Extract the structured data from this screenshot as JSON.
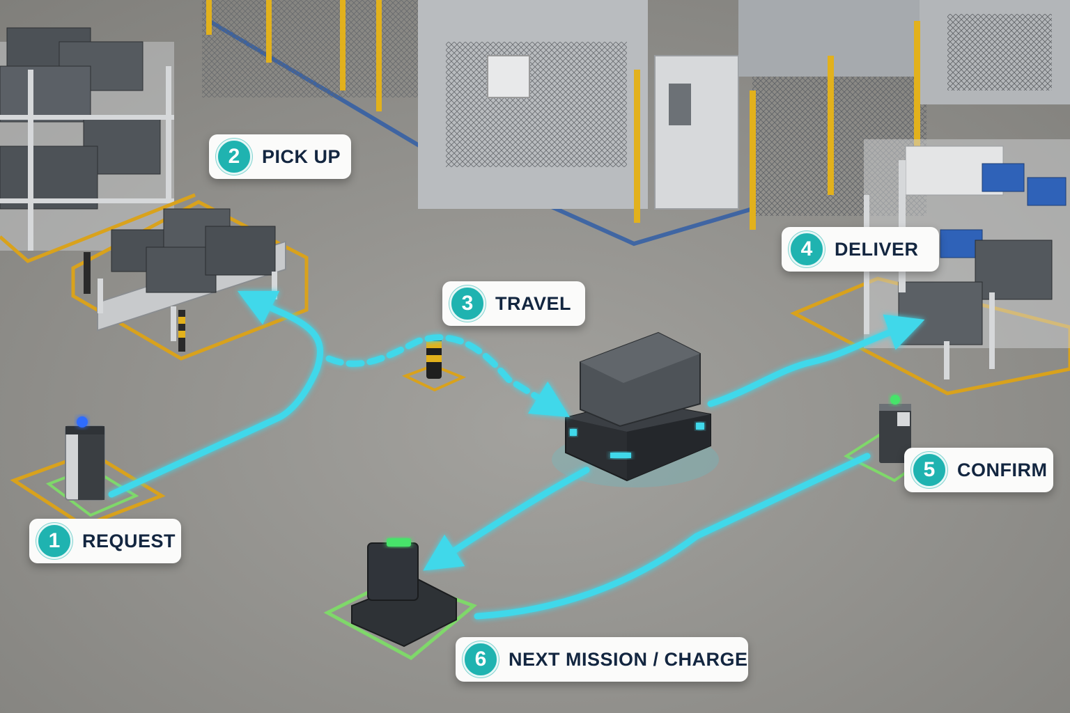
{
  "steps": [
    {
      "number": "1",
      "label": "REQUEST"
    },
    {
      "number": "2",
      "label": "PICK UP"
    },
    {
      "number": "3",
      "label": "TRAVEL"
    },
    {
      "number": "4",
      "label": "DELIVER"
    },
    {
      "number": "5",
      "label": "CONFIRM"
    },
    {
      "number": "6",
      "label": "NEXT MISSION / CHARGE"
    }
  ],
  "colors": {
    "route": "#3fd8ea",
    "badge": "#1fb3b0",
    "label_text": "#132640",
    "floor": "#8e8d89",
    "safety_marking": "#d9a21c",
    "station_marking": "#7fd86a",
    "fence_post": "#e2b11c",
    "walkway_line": "#2a5aa8"
  },
  "icons": [
    "call-button-station",
    "pickup-cart",
    "bollard",
    "amr-robot",
    "delivery-rack",
    "confirm-pedestal",
    "charging-dock",
    "factory-machines"
  ]
}
